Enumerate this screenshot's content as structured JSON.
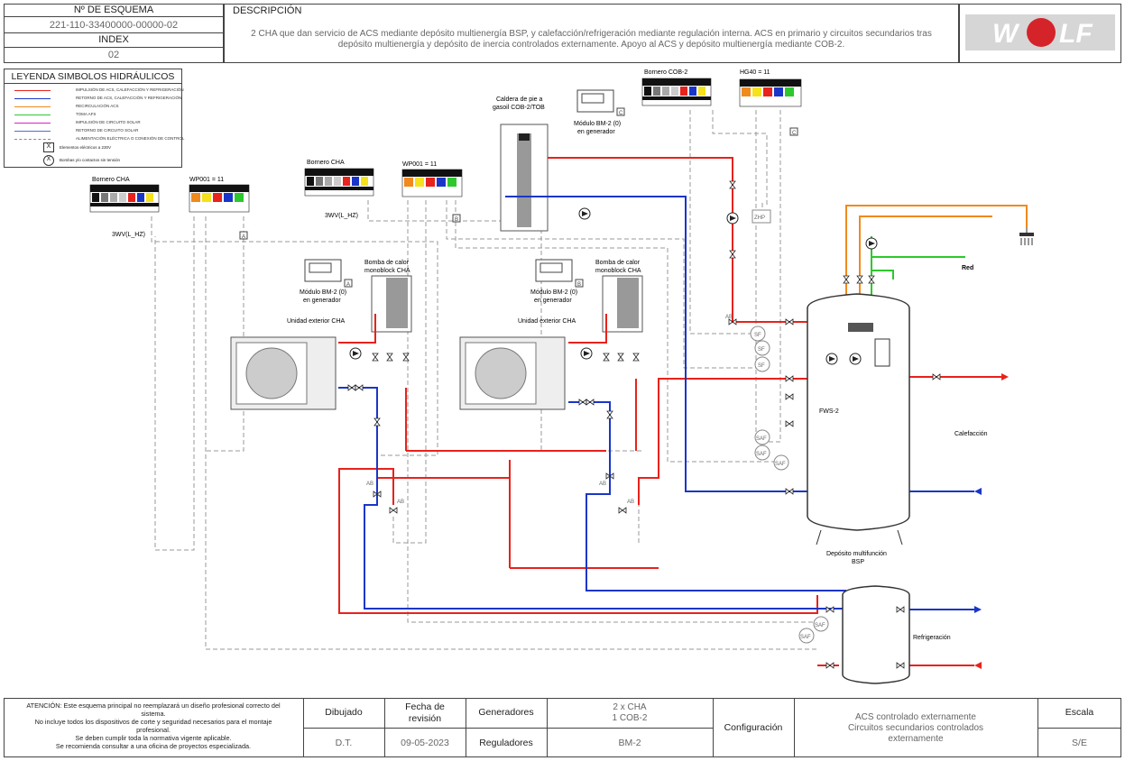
{
  "header": {
    "scheme_label": "Nº DE ESQUEMA",
    "scheme_number": "221-110-33400000-00000-02",
    "index_label": "INDEX",
    "index_value": "02",
    "description_label": "DESCRIPCIÓN",
    "description_line1": "2 CHA que dan servicio de ACS mediante depósito multienergía BSP, y calefacción/refrigeración mediante regulación interna. ACS en primario y circuitos secundarios tras",
    "description_line2": "depósito multienergía y depósito de inercia controlados externamente. Apoyo al ACS y depósito multienergía mediante COB-2.",
    "logo_text": "WOLF"
  },
  "legend": {
    "title": "LEYENDA SIMBOLOS HIDRÁULICOS",
    "items": [
      {
        "label": "IMPULSIÓN DE ACS, CALEFACCIÓN Y REFRIGERACIÓN",
        "color": "#e8221c",
        "style": "solid"
      },
      {
        "label": "RETORNO DE ACS, CALEFACCIÓN Y REFRIGERACIÓN",
        "color": "#1a36c8",
        "style": "solid"
      },
      {
        "label": "RECIRCULACIÓN ACS",
        "color": "#f08a1c",
        "style": "solid"
      },
      {
        "label": "TOMA AFS",
        "color": "#2ec82e",
        "style": "solid"
      },
      {
        "label": "IMPULSIÓN DE CIRCUITO SOLAR",
        "color": "#e020c8",
        "style": "solid"
      },
      {
        "label": "RETORNO DE CIRCUITO SOLAR",
        "color": "#4a6fd8",
        "style": "solid"
      },
      {
        "label": "ALIMENTACIÓN ELÉCTRICA O CONEXIÓN DE CONTROL",
        "color": "#888888",
        "style": "dashed"
      }
    ],
    "symbol_x_box": "X",
    "symbol_x_box_label": "Elementos eléctricos a 230V",
    "symbol_x_circle": "X",
    "symbol_x_circle_label": "Bombas y/o contactos sin tensión"
  },
  "diagram": {
    "bornero_cha_1": "Bornero CHA",
    "wp001_1": "WP001 = 11",
    "bornero_cha_2": "Bornero CHA",
    "wp001_2": "WP001 = 11",
    "bornero_cob2": "Bornero COB-2",
    "hg40": "HG40 = 11",
    "valve_3wv_1": "3WV(L_HZ)",
    "valve_3wv_2": "3WV(L_HZ)",
    "boiler_label": "Caldera de pie a gasoil COB-2/TOB",
    "bm2_gen_label_1": "Módulo BM-2 (0)",
    "bm2_gen_label_2": "en generador",
    "bm2_a_l1": "Módulo BM-2 (0)",
    "bm2_a_l2": "en generador",
    "bm2_b_l1": "Módulo BM-2 (0)",
    "bm2_b_l2": "en generador",
    "pump_unit_1_l1": "Bomba de calor",
    "pump_unit_1_l2": "monoblock CHA",
    "pump_unit_2_l1": "Bomba de calor",
    "pump_unit_2_l2": "monoblock CHA",
    "outdoor_1": "Unidad exterior CHA",
    "outdoor_2": "Unidad exterior CHA",
    "tank_label_1": "Depósito multifunción",
    "tank_label_2": "BSP",
    "fws_label": "FWS-2",
    "heating_label": "Calefacción",
    "cooling_label": "Refrigeración",
    "red_label": "Red",
    "zhp": "ZHP",
    "sf": "SF",
    "saf": "SAF",
    "tag_a": "A",
    "tag_b": "B",
    "tag_c": "C",
    "port_ab": "AB"
  },
  "footer": {
    "warning_l1": "ATENCIÓN: Este esquema principal no reemplazará un diseño profesional correcto del",
    "warning_l2": "sistema.",
    "warning_l3": "No incluye todos los dispositivos de corte y seguridad necesarios para el montaje",
    "warning_l4": "profesional.",
    "warning_l5": "Se deben cumplir toda la normativa vigente aplicable.",
    "warning_l6": "Se recomienda consultar a una oficina de proyectos especializada.",
    "drawn_label": "Dibujado",
    "drawn_value": "D.T.",
    "date_label_l1": "Fecha de",
    "date_label_l2": "revisión",
    "date_value": "09-05-2023",
    "generators_label": "Generadores",
    "generators_value_l1": "2 x CHA",
    "generators_value_l2": "1 COB-2",
    "regulators_label": "Reguladores",
    "regulators_value": "BM-2",
    "config_label": "Configuración",
    "config_value_l1": "ACS controlado externamente",
    "config_value_l2": "Circuitos secundarios controlados",
    "config_value_l3": "externamente",
    "scale_label": "Escala",
    "scale_value": "S/E"
  },
  "colors": {
    "supply": "#e8221c",
    "return": "#1a36c8",
    "dhw_recirc": "#f08a1c",
    "cold_water": "#2ec82e",
    "control": "#888888"
  }
}
